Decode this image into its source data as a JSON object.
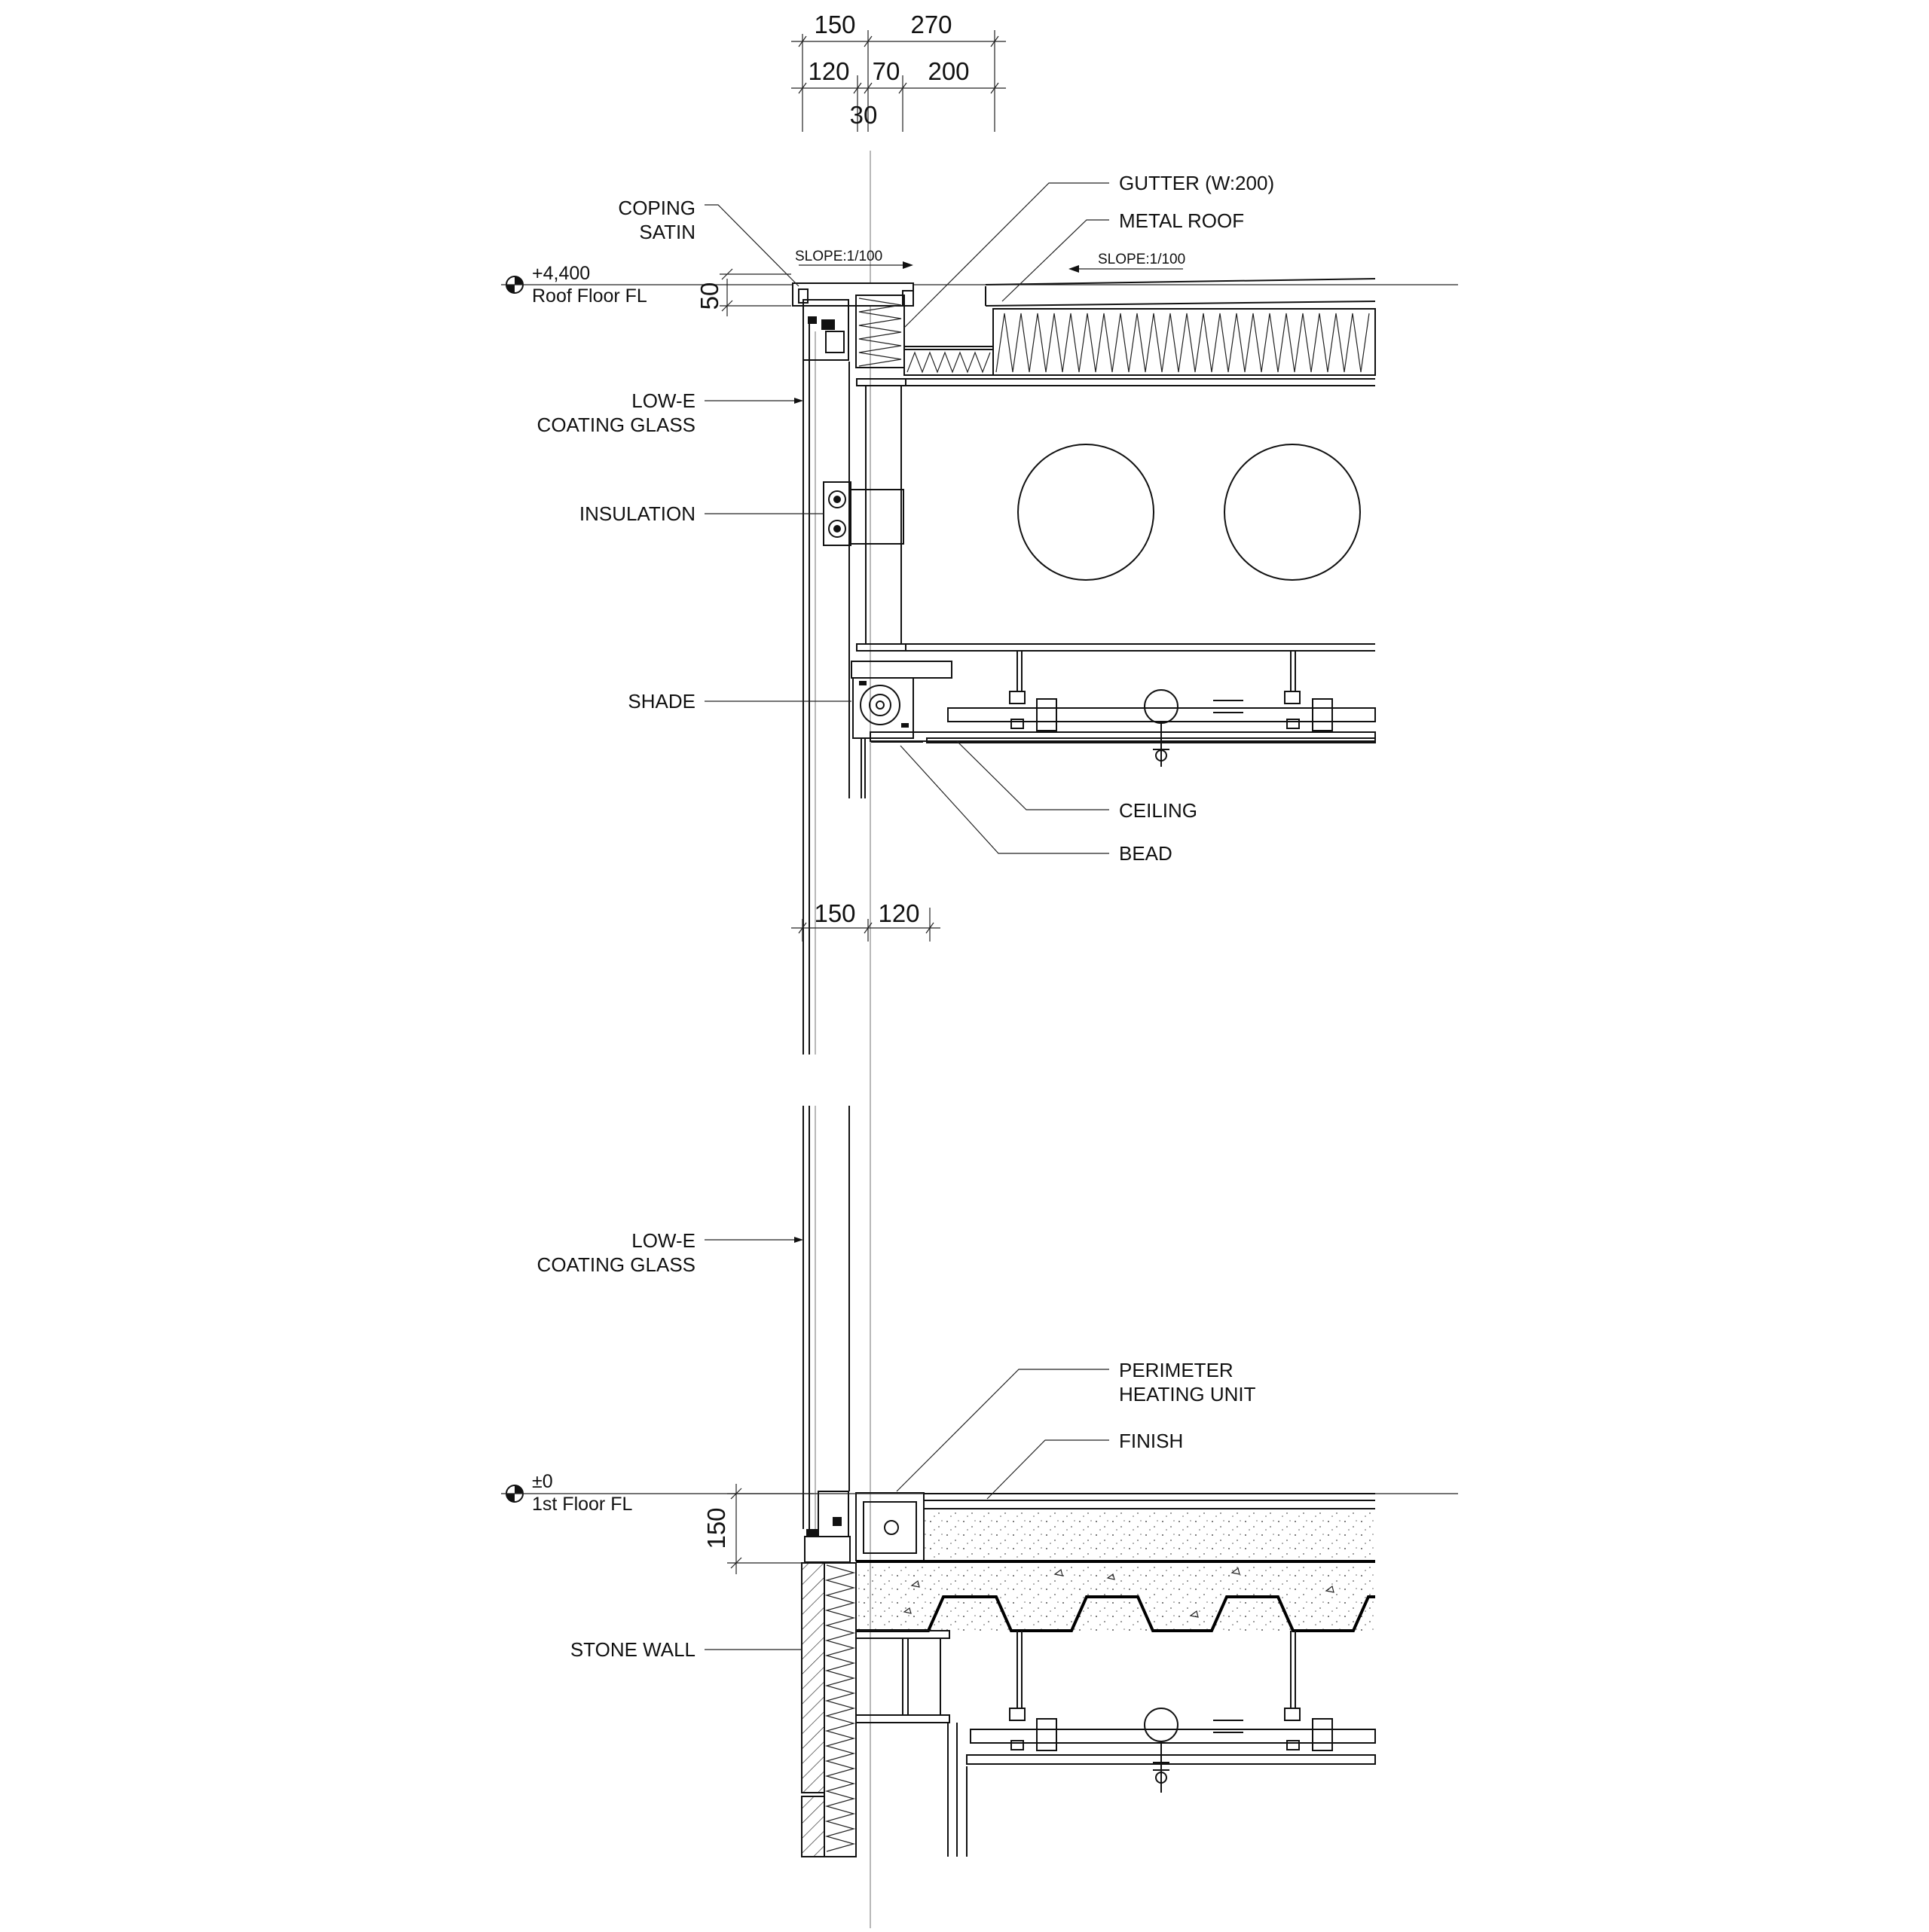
{
  "dimensions": {
    "top_row1": [
      "150",
      "270"
    ],
    "top_row2": [
      "120",
      "70",
      "200"
    ],
    "top_row3": [
      "30"
    ],
    "coping_height": "50",
    "mid": [
      "150",
      "120"
    ],
    "slab_height": "150"
  },
  "levels": {
    "roof": {
      "elevation": "+4,400",
      "name": "Roof Floor FL"
    },
    "first": {
      "elevation": "±0",
      "name": "1st Floor FL"
    }
  },
  "slopes": [
    "SLOPE:1/100",
    "SLOPE:1/100"
  ],
  "labels_left": {
    "coping": [
      "COPING",
      "SATIN"
    ],
    "glass_upper": [
      "LOW-E",
      "COATING GLASS"
    ],
    "insulation": "INSULATION",
    "shade": "SHADE",
    "glass_lower": [
      "LOW-E",
      "COATING GLASS"
    ],
    "stone_wall": "STONE WALL"
  },
  "labels_right": {
    "gutter": "GUTTER (W:200)",
    "metal_roof": "METAL ROOF",
    "ceiling": "CEILING",
    "bead": "BEAD",
    "heating": [
      "PERIMETER",
      "HEATING UNIT"
    ],
    "finish": "FINISH"
  }
}
